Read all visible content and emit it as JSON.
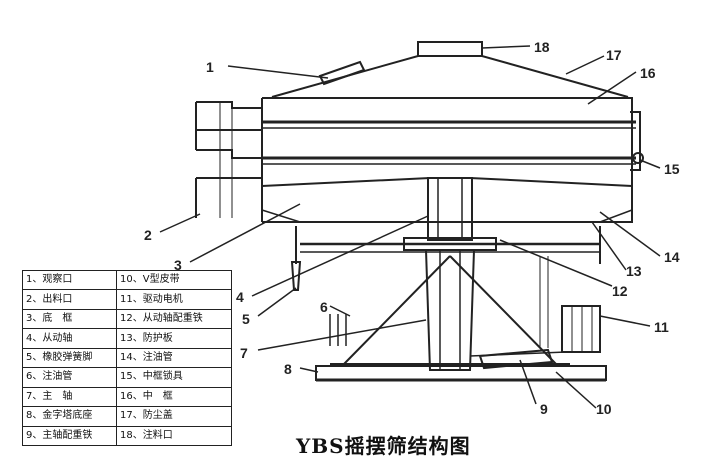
{
  "title": "YBS摇摆筛结构图",
  "callouts": [
    "1",
    "2",
    "3",
    "4",
    "5",
    "6",
    "7",
    "8",
    "9",
    "10",
    "11",
    "12",
    "13",
    "14",
    "15",
    "16",
    "17",
    "18"
  ],
  "legend": [
    [
      "1、观察口",
      "10、V型皮带"
    ],
    [
      "2、出料口",
      "11、驱动电机"
    ],
    [
      "3、底　框",
      "12、从动轴配重铁"
    ],
    [
      "4、从动轴",
      "13、防护板"
    ],
    [
      "5、橡胶弹簧脚",
      "14、注油管"
    ],
    [
      "6、注油管",
      "15、中框锁具"
    ],
    [
      "7、主　轴",
      "16、中　框"
    ],
    [
      "8、金字塔底座",
      "17、防尘盖"
    ],
    [
      "9、主轴配重铁",
      "18、注料口"
    ]
  ]
}
